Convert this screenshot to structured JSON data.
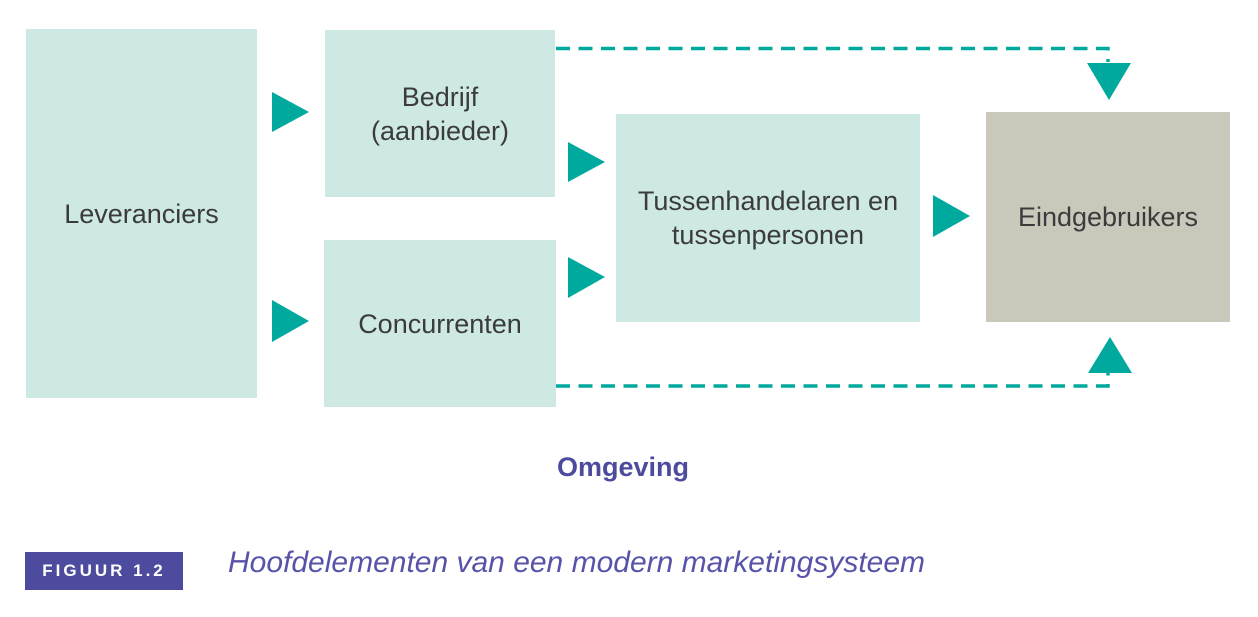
{
  "diagram": {
    "boxes": {
      "leveranciers": {
        "label": "Leveranciers"
      },
      "bedrijf": {
        "line1": "Bedrijf",
        "line2": "(aanbieder)"
      },
      "concurrenten": {
        "label": "Concurrenten"
      },
      "tussenhandelaren": {
        "line1": "Tussenhandelaren en",
        "line2": "tussenpersonen"
      },
      "eindgebruikers": {
        "label": "Eindgebruikers"
      }
    },
    "arrows": [
      "leveranciers-to-bedrijf",
      "leveranciers-to-concurrenten",
      "bedrijf-to-tussenhandelaren",
      "concurrenten-to-tussenhandelaren",
      "tussenhandelaren-to-eindgebruikers",
      "bedrijf-to-eindgebruikers-dashed",
      "concurrenten-to-eindgebruikers-dashed"
    ],
    "environment_label": "Omgeving",
    "badge_label": "FIGUUR 1.2",
    "caption": "Hoofdelementen van een modern marketingsysteem"
  },
  "colors": {
    "box-fill": "#cee9e4",
    "endusers-fill": "#c9c8ba",
    "arrow": "#00a99e",
    "box-text": "#3b3b3b",
    "purple": "#4c4b9e",
    "caption-purple": "#5753a9"
  }
}
